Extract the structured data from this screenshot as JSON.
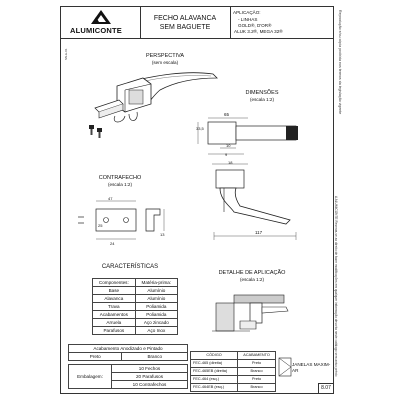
{
  "header": {
    "brand": "ALUMICONTE",
    "title_line1": "FECHO ALAVANCA",
    "title_line2": "SEM BAGUETE",
    "application_label": "APLICAÇÃO:",
    "application_lines": [
      "- LINHAS",
      "GOLD®, D'OR®",
      "ALUK 3.2®, MEGA 32®"
    ]
  },
  "views": {
    "perspective_title": "PERSPECTIVA",
    "perspective_sub": "(sem escala)",
    "dimensions_title": "DIMENSÕES",
    "dimensions_sub": "(escala 1:2)",
    "strike_title": "CONTRAFECHO",
    "strike_sub": "(escala 1:2)",
    "detail_title": "DETALHE DE APLICAÇÃO",
    "detail_sub": "(escala 1:2)",
    "dims": {
      "d65": "65",
      "d33": "33,5",
      "d10": "10",
      "d9": "9",
      "d18": "18",
      "d117": "117",
      "d47": "47",
      "d24": "24",
      "d25": "25",
      "d13": "13"
    }
  },
  "characteristics": {
    "title": "CARACTERÍSTICAS",
    "headers": [
      "Componentes:",
      "Matéria-prima:"
    ],
    "rows": [
      [
        "Base",
        "Alumínio"
      ],
      [
        "Alavanca",
        "Alumínio"
      ],
      [
        "Trava",
        "Poliamida"
      ],
      [
        "Acabamentos",
        "Poliamida"
      ],
      [
        "Arruela",
        "Aço zincado"
      ],
      [
        "Parafusos",
        "Aço Inox"
      ]
    ]
  },
  "finish": {
    "title": "Acabamento Anodizado e Pintado",
    "options": [
      "Preto",
      "Branco"
    ]
  },
  "packaging": {
    "label": "Embalagem:",
    "items": [
      "10 Fechos",
      "20 Parafusos",
      "10 Contrafechos"
    ]
  },
  "codes": {
    "headers": [
      "CÓDIGO",
      "ACABAMENTO"
    ],
    "rows": [
      [
        "FEC-465 (direita)",
        "Preto"
      ],
      [
        "FEC-465EB (direita)",
        "Branco"
      ],
      [
        "FEC-464 (esq.)",
        "Preto"
      ],
      [
        "FEC-464EB (esq.)",
        "Branco"
      ]
    ]
  },
  "footer": {
    "product_line": "JANELAS MAXIM-AR",
    "page": "8.07"
  },
  "side_notes": {
    "right_outer": "Reprodução e/ou cópia proibida nos termos da legislação vigente",
    "right_inner": "A ALUMICONTE Reserva-se ao direito de fazer modificações em qualquer informação descrita neste catálogo sem aviso prévio"
  }
}
